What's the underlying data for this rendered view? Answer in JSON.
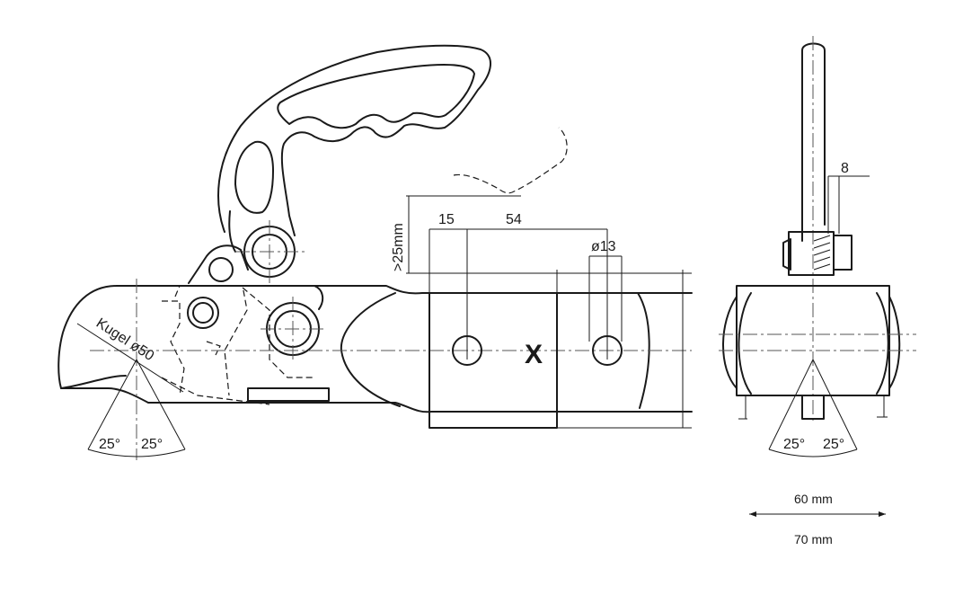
{
  "labels": {
    "ball_diameter": "Kugel ø50",
    "angle_left_side": "25°",
    "angle_right_side": "25°",
    "angle_left_front": "25°",
    "angle_right_front": "25°",
    "dim_15": "15",
    "dim_54": "54",
    "dim_25mm": ">25mm",
    "dim_hole": "ø13",
    "marker_x": "X",
    "dim_8": "8",
    "width_60": "60 mm",
    "width_70": "70 mm"
  }
}
